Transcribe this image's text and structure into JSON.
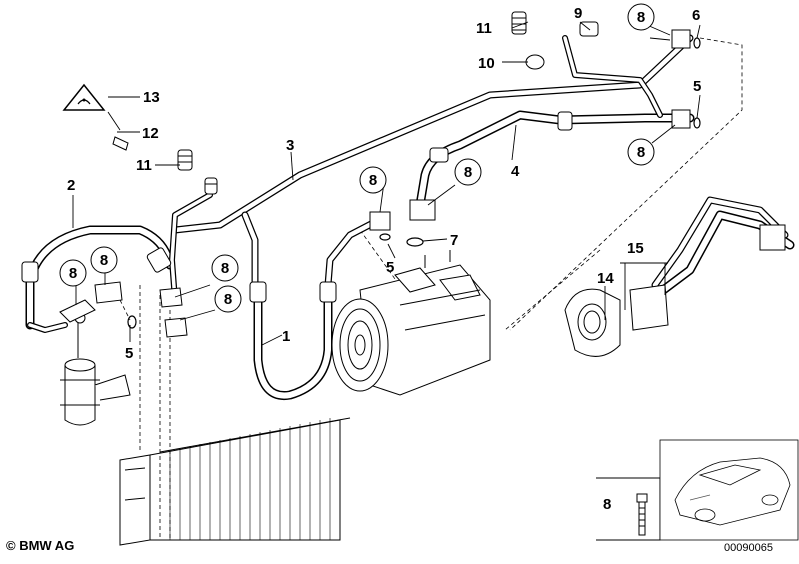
{
  "callouts": [
    {
      "id": "c1",
      "label": "1"
    },
    {
      "id": "c2",
      "label": "2"
    },
    {
      "id": "c3",
      "label": "3"
    },
    {
      "id": "c4",
      "label": "4"
    },
    {
      "id": "c5a",
      "label": "5"
    },
    {
      "id": "c5b",
      "label": "5"
    },
    {
      "id": "c5c",
      "label": "5"
    },
    {
      "id": "c6",
      "label": "6"
    },
    {
      "id": "c7",
      "label": "7"
    },
    {
      "id": "c9",
      "label": "9"
    },
    {
      "id": "c10",
      "label": "10"
    },
    {
      "id": "c11a",
      "label": "11"
    },
    {
      "id": "c11b",
      "label": "11"
    },
    {
      "id": "c12",
      "label": "12"
    },
    {
      "id": "c13",
      "label": "13"
    },
    {
      "id": "c14",
      "label": "14"
    },
    {
      "id": "c15",
      "label": "15"
    },
    {
      "id": "c8_inset",
      "label": "8"
    }
  ],
  "circle_callouts": [
    {
      "id": "o8_top",
      "label": "8"
    },
    {
      "id": "o8_right",
      "label": "8"
    },
    {
      "id": "o8_mid_a",
      "label": "8"
    },
    {
      "id": "o8_mid_b",
      "label": "8"
    },
    {
      "id": "o8_left_a",
      "label": "8"
    },
    {
      "id": "o8_left_b",
      "label": "8"
    },
    {
      "id": "o8_center_a",
      "label": "8"
    },
    {
      "id": "o8_center_b",
      "label": "8"
    }
  ],
  "footer": {
    "copyright": "© BMW AG",
    "doc_id": "00090065"
  }
}
